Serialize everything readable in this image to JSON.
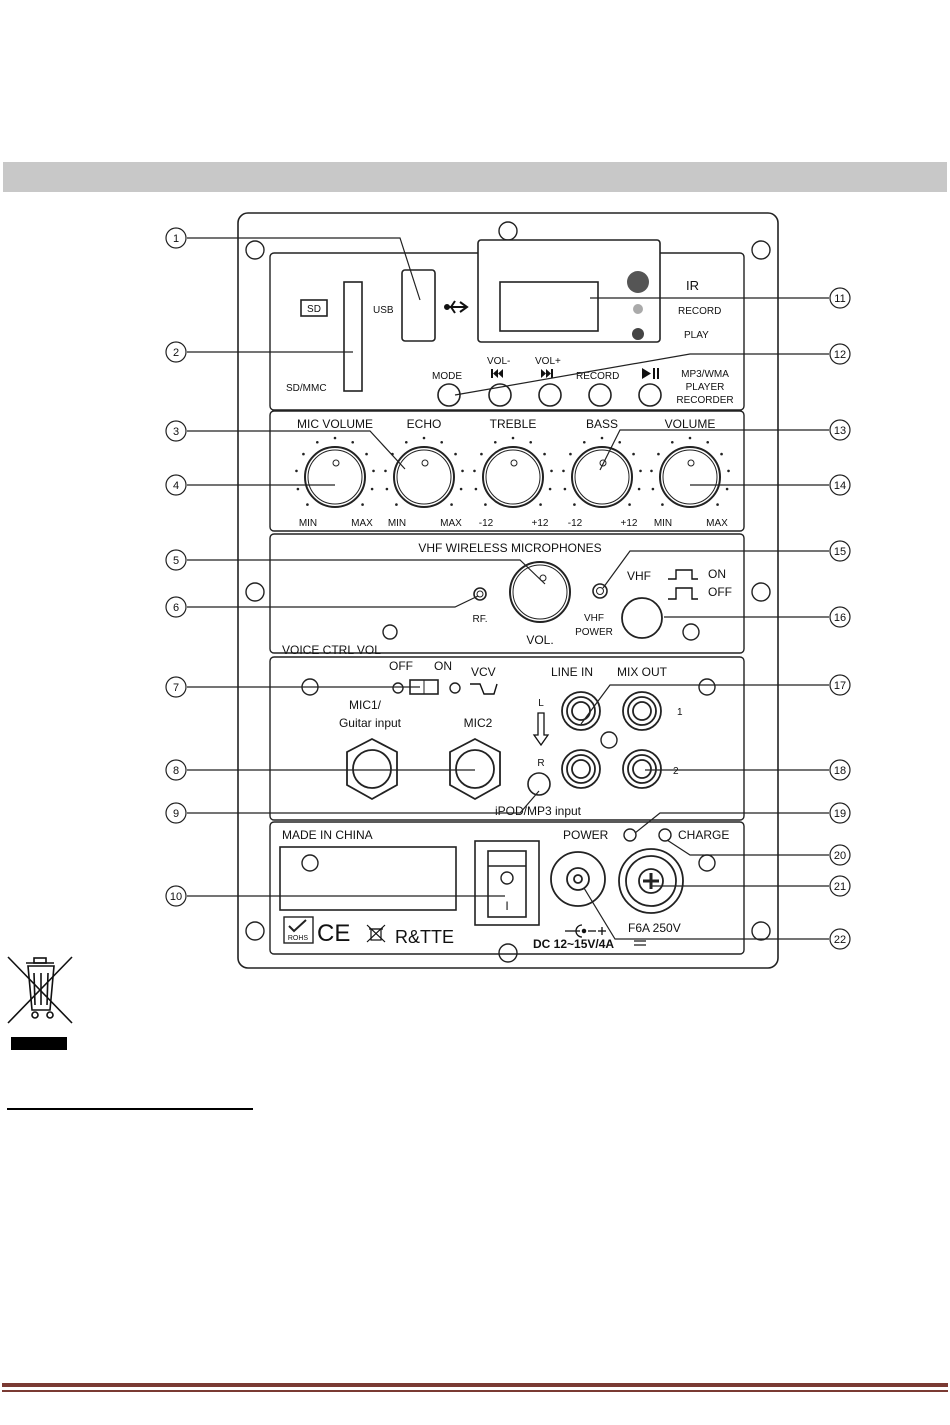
{
  "panel": {
    "usb": "USB",
    "sd_badge": "SD",
    "sd_label": "SD/MMC",
    "ir": "IR",
    "record_led": "RECORD",
    "play_led": "PLAY",
    "mode": "MODE",
    "vol_minus": "VOL-",
    "vol_plus": "VOL+",
    "record_btn": "RECORD",
    "player_line1": "MP3/WMA",
    "player_line2": "PLAYER",
    "player_line3": "RECORDER",
    "knobs": [
      {
        "title": "MIC VOLUME",
        "min": "MIN",
        "max": "MAX"
      },
      {
        "title": "ECHO",
        "min": "MIN",
        "max": "MAX"
      },
      {
        "title": "TREBLE",
        "min": "-12",
        "max": "+12"
      },
      {
        "title": "BASS",
        "min": "-12",
        "max": "+12"
      },
      {
        "title": "VOLUME",
        "min": "MIN",
        "max": "MAX"
      }
    ],
    "vhf_title": "VHF WIRELESS MICROPHONES",
    "rf": "RF.",
    "vol": "VOL.",
    "vhf_power_1": "VHF",
    "vhf_power_2": "POWER",
    "vhf": "VHF",
    "on": "ON",
    "off": "OFF",
    "voice_ctrl": "VOICE CTRL VOL",
    "sw_off": "OFF",
    "sw_on": "ON",
    "vcv": "VCV",
    "mic1_line1": "MIC1/",
    "mic1_line2": "Guitar input",
    "mic2": "MIC2",
    "line_in": "LINE IN",
    "mix_out": "MIX OUT",
    "l": "L",
    "r": "R",
    "out1": "1",
    "out2": "2",
    "ipod": "iPOD/MP3 input",
    "made_in": "MADE IN CHINA",
    "power": "POWER",
    "charge": "CHARGE",
    "rocker": "I",
    "fuse": "F6A 250V",
    "dc": "DC 12~15V/4A",
    "rohs": "ROHS",
    "ce": "CE",
    "rtte": "R&TTE"
  },
  "callouts": [
    "1",
    "2",
    "3",
    "4",
    "5",
    "6",
    "7",
    "8",
    "9",
    "10",
    "11",
    "12",
    "13",
    "14",
    "15",
    "16",
    "17",
    "18",
    "19",
    "20",
    "21",
    "22"
  ]
}
